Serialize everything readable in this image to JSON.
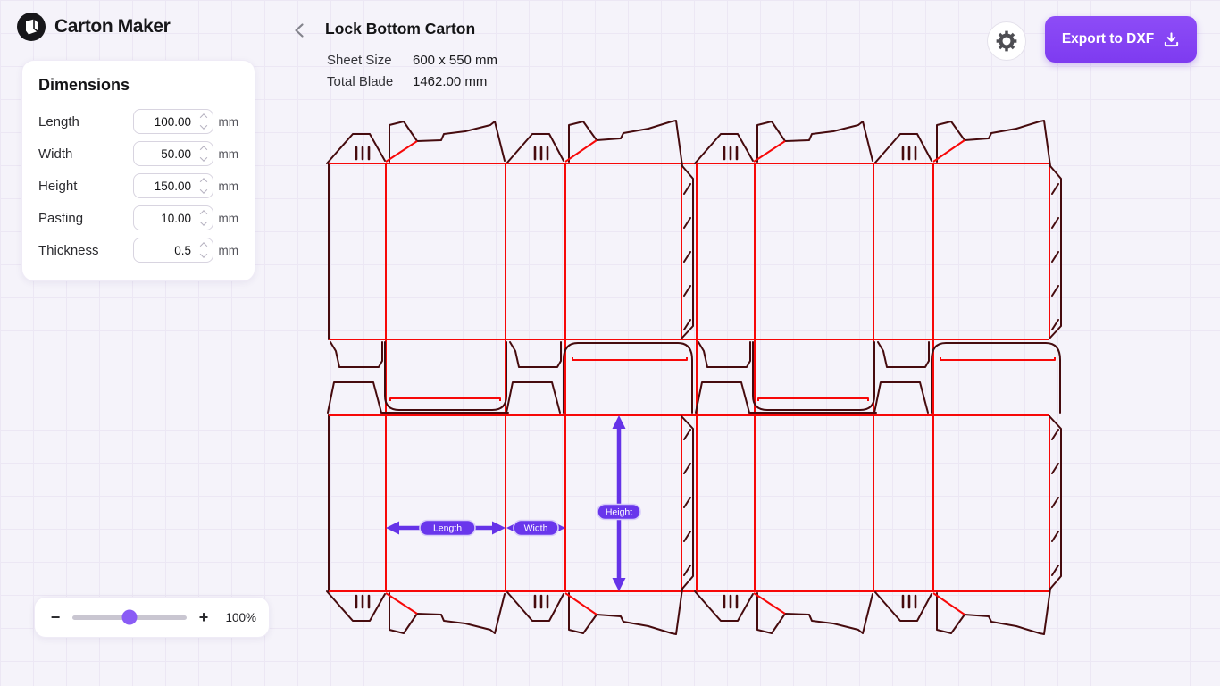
{
  "app": {
    "name": "Carton Maker"
  },
  "header": {
    "title": "Lock Bottom Carton",
    "info": [
      {
        "label": "Sheet Size",
        "value": "600 x 550 mm"
      },
      {
        "label": "Total Blade",
        "value": "1462.00 mm"
      }
    ],
    "export_button": {
      "label": "Export to DXF"
    }
  },
  "dimensions_panel": {
    "title": "Dimensions",
    "fields": [
      {
        "label": "Length",
        "value": "100.00",
        "unit": "mm"
      },
      {
        "label": "Width",
        "value": "50.00",
        "unit": "mm"
      },
      {
        "label": "Height",
        "value": "150.00",
        "unit": "mm"
      },
      {
        "label": "Pasting",
        "value": "10.00",
        "unit": "mm"
      },
      {
        "label": "Thickness",
        "value": "0.5",
        "unit": "mm"
      }
    ]
  },
  "zoom_control": {
    "minus": "−",
    "plus": "+",
    "level": "100%",
    "percent": 50
  },
  "canvas": {
    "dimension_labels": {
      "length": "Length",
      "width": "Width",
      "height": "Height"
    },
    "colors": {
      "cut_line": "#F70808",
      "crease_line": "#460B0E",
      "dimension": "#6533E8",
      "accent": "#7E3BF0"
    }
  }
}
